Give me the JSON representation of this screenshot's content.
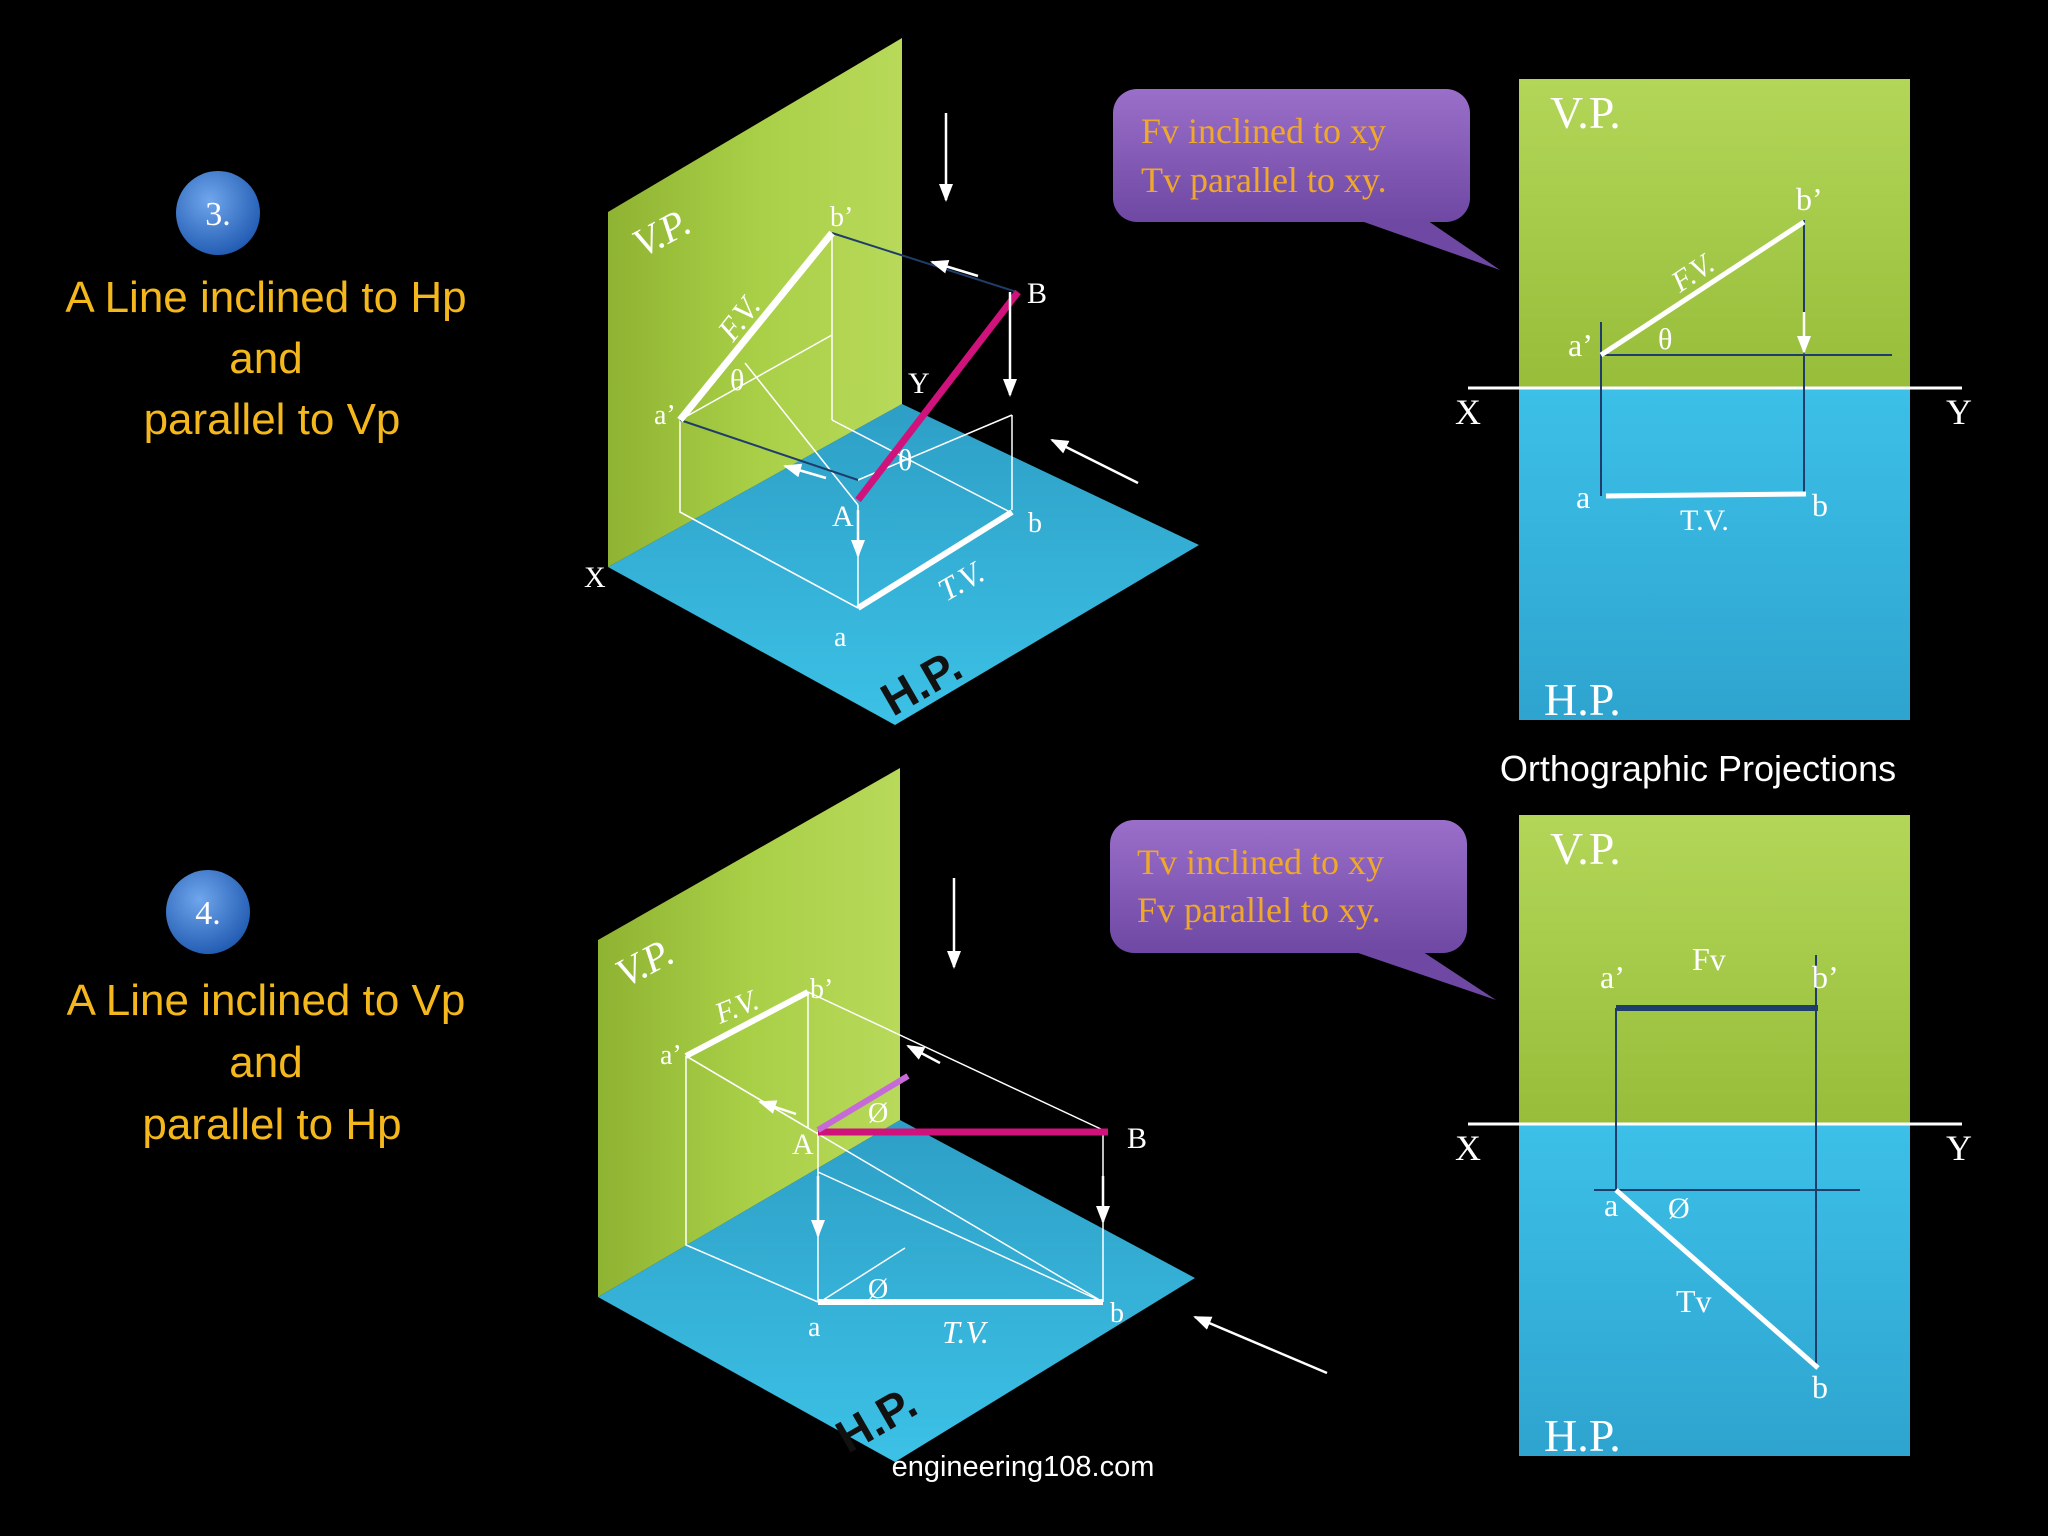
{
  "colors": {
    "background": "#000000",
    "vp_green": "#a6cc44",
    "hp_blue": "#37b9e0",
    "heading_yellow": "#f5b81c",
    "callout_purple": "#8459b6",
    "callout_text": "#f0a82a",
    "true_line": "#d0127c",
    "fv_line_dark": "#1f3d6a",
    "badge_blue": "#2f6fc4"
  },
  "case3": {
    "badge": "3.",
    "heading_line1": "A Line inclined to Hp",
    "heading_line2": "and",
    "heading_line3": "parallel to Vp",
    "iso": {
      "vp": "V.P.",
      "hp": "H.P.",
      "fv": "F.V.",
      "tv": "T.V.",
      "a_dash": "a’",
      "b_dash": "b’",
      "point_A": "A",
      "point_B": "B",
      "point_a": "a",
      "point_b": "b",
      "theta": "θ",
      "axis_x": "X",
      "axis_y": "Y"
    },
    "callout_line1": "Fv inclined to xy",
    "callout_line2": "Tv parallel to xy.",
    "ortho": {
      "vp": "V.P.",
      "hp": "H.P.",
      "fv": "F.V.",
      "tv": "T.V.",
      "a_dash": "a’",
      "b_dash": "b’",
      "point_a": "a",
      "point_b": "b",
      "theta": "θ",
      "axis_x": "X",
      "axis_y": "Y"
    }
  },
  "ortho_caption": "Orthographic Projections",
  "case4": {
    "badge": "4.",
    "heading_line1": "A Line inclined to Vp",
    "heading_line2": "and",
    "heading_line3": "parallel to Hp",
    "iso": {
      "vp": "V.P.",
      "hp": "H.P.",
      "fv": "F.V.",
      "tv": "T.V.",
      "a_dash": "a’",
      "b_dash": "b’",
      "point_A": "A",
      "point_B": "B",
      "point_a": "a",
      "point_b": "b",
      "phi": "Ø"
    },
    "callout_line1": "Tv inclined to xy",
    "callout_line2": "Fv parallel to xy.",
    "ortho": {
      "vp": "V.P.",
      "hp": "H.P.",
      "fv": "Fv",
      "tv": "Tv",
      "a_dash": "a’",
      "b_dash": "b’",
      "point_a": "a",
      "point_b": "b",
      "phi": "Ø",
      "axis_x": "X",
      "axis_y": "Y"
    }
  },
  "footer": "engineering108.com"
}
